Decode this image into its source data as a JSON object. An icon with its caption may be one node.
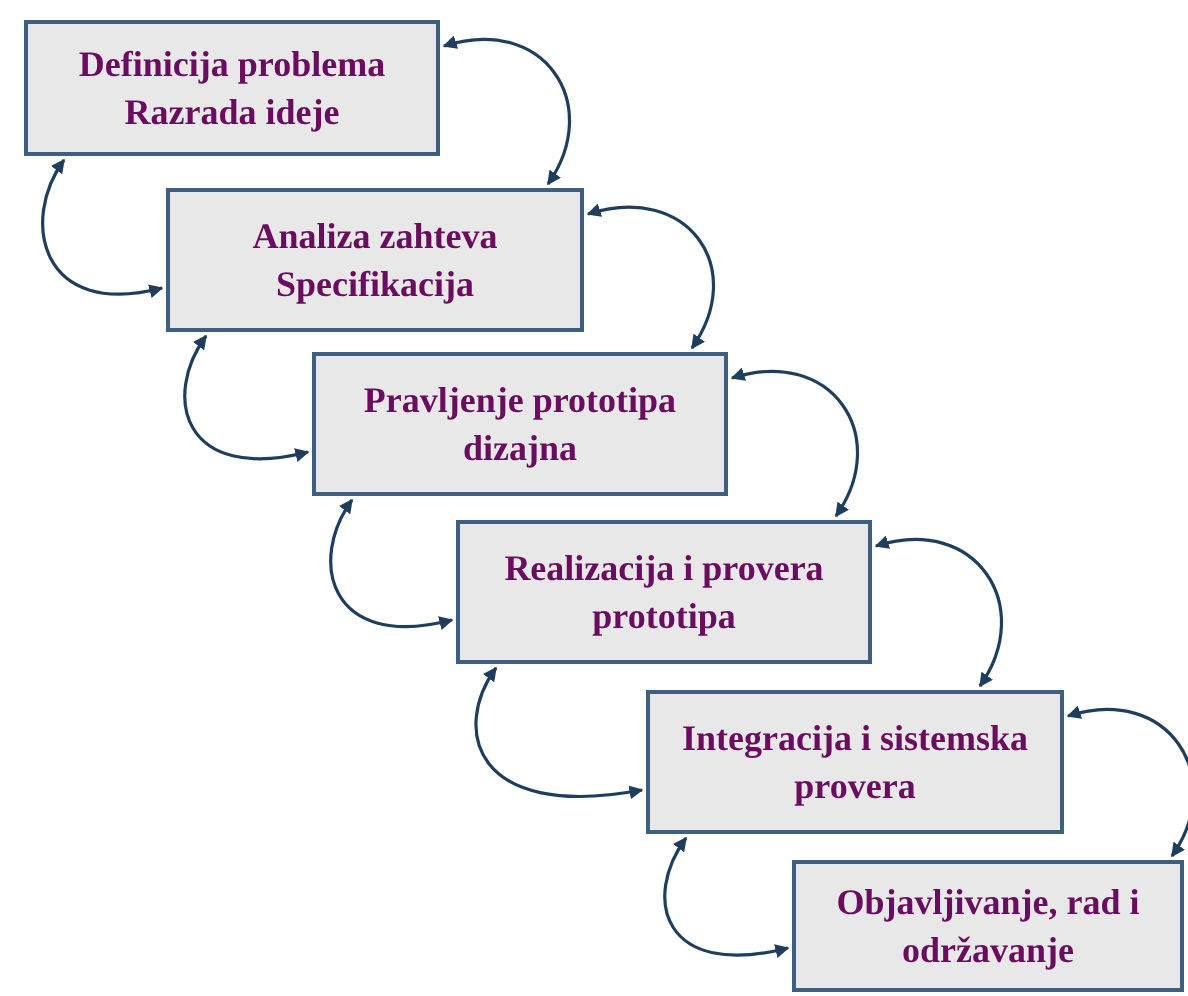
{
  "diagram": {
    "nodes": [
      {
        "text": [
          "Definicija problema Razrada ideje"
        ]
      },
      {
        "text": [
          "Analiza zahteva Specifikacija"
        ]
      },
      {
        "text": [
          "Pravljenje prototipa dizajna"
        ]
      },
      {
        "text": [
          "Realizacija i provera prototipa"
        ]
      },
      {
        "text": [
          "Integracija i sistemska provera"
        ]
      },
      {
        "text": [
          "Objavljivanje, rad i održavanje"
        ]
      }
    ],
    "edges": [
      {
        "from": 0,
        "to": 1,
        "arrow": "both"
      },
      {
        "from": 0,
        "to": 1,
        "arrow": "both"
      },
      {
        "from": 1,
        "to": 2,
        "arrow": "both"
      },
      {
        "from": 1,
        "to": 2,
        "arrow": "both"
      },
      {
        "from": 2,
        "to": 3,
        "arrow": "both"
      },
      {
        "from": 2,
        "to": 3,
        "arrow": "both"
      },
      {
        "from": 3,
        "to": 4,
        "arrow": "both"
      },
      {
        "from": 3,
        "to": 4,
        "arrow": "both"
      },
      {
        "from": 4,
        "to": 5,
        "arrow": "both"
      },
      {
        "from": 4,
        "to": 5,
        "arrow": "both"
      }
    ]
  }
}
